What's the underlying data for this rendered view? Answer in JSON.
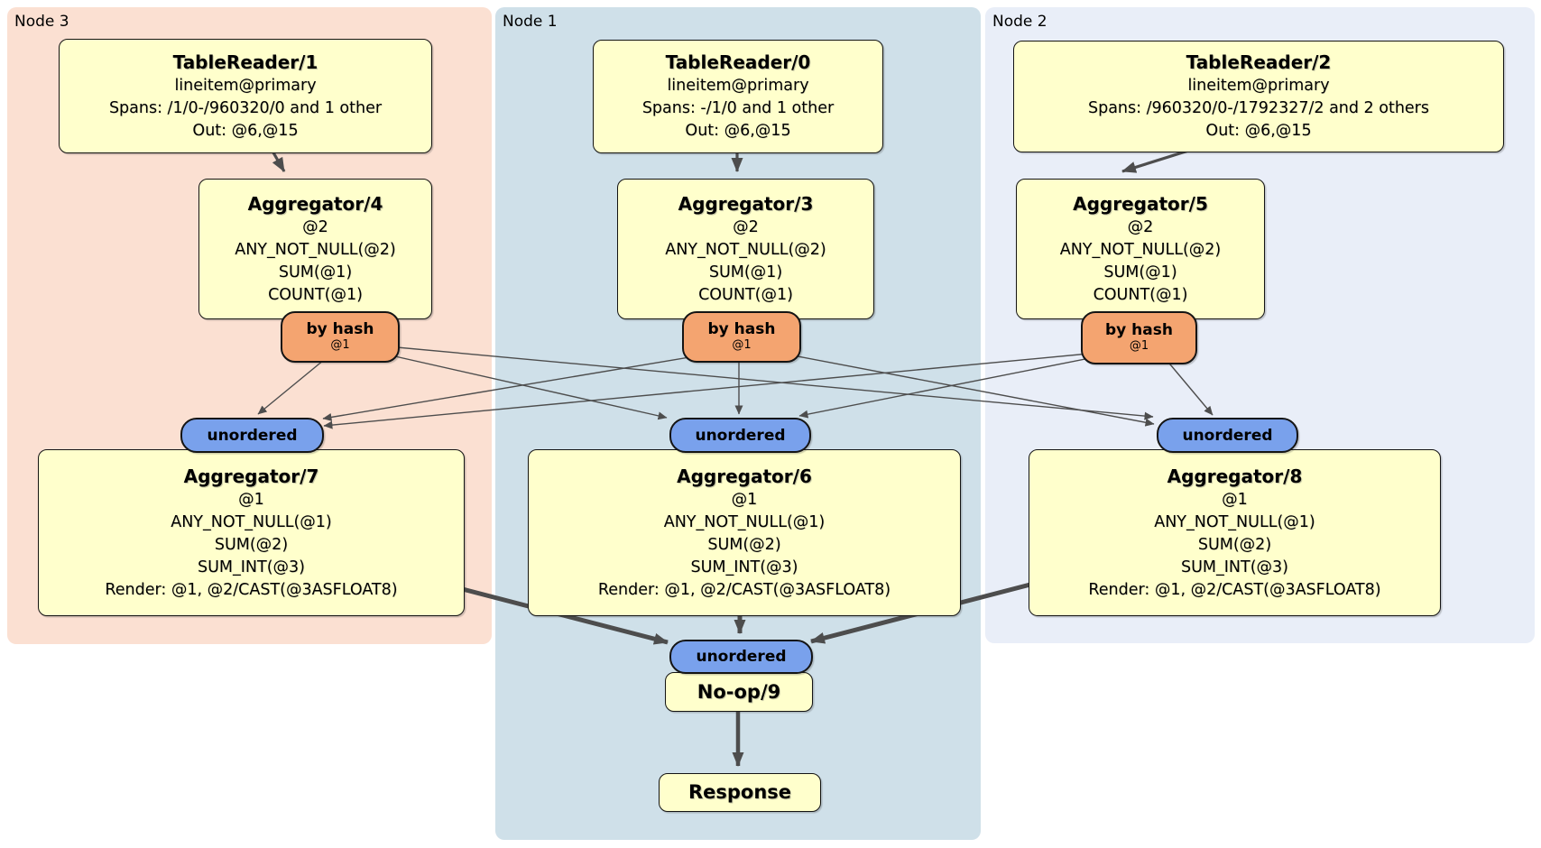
{
  "groups": {
    "node3": {
      "label": "Node 3"
    },
    "node1": {
      "label": "Node 1"
    },
    "node2": {
      "label": "Node 2"
    }
  },
  "boxes": {
    "tr1": {
      "title": "TableReader/1",
      "line1": "lineitem@primary",
      "line2": "Spans: /1/0-/960320/0 and 1 other",
      "line3": "Out: @6,@15"
    },
    "tr0": {
      "title": "TableReader/0",
      "line1": "lineitem@primary",
      "line2": "Spans: -/1/0 and 1 other",
      "line3": "Out: @6,@15"
    },
    "tr2": {
      "title": "TableReader/2",
      "line1": "lineitem@primary",
      "line2": "Spans: /960320/0-/1792327/2 and 2 others",
      "line3": "Out: @6,@15"
    },
    "agg4": {
      "title": "Aggregator/4",
      "line1": "@2",
      "line2": "ANY_NOT_NULL(@2)",
      "line3": "SUM(@1)",
      "line4": "COUNT(@1)"
    },
    "agg3": {
      "title": "Aggregator/3",
      "line1": "@2",
      "line2": "ANY_NOT_NULL(@2)",
      "line3": "SUM(@1)",
      "line4": "COUNT(@1)"
    },
    "agg5": {
      "title": "Aggregator/5",
      "line1": "@2",
      "line2": "ANY_NOT_NULL(@2)",
      "line3": "SUM(@1)",
      "line4": "COUNT(@1)"
    },
    "agg7": {
      "title": "Aggregator/7",
      "line1": "@1",
      "line2": "ANY_NOT_NULL(@1)",
      "line3": "SUM(@2)",
      "line4": "SUM_INT(@3)",
      "line5": "Render: @1, @2/CAST(@3ASFLOAT8)"
    },
    "agg6": {
      "title": "Aggregator/6",
      "line1": "@1",
      "line2": "ANY_NOT_NULL(@1)",
      "line3": "SUM(@2)",
      "line4": "SUM_INT(@3)",
      "line5": "Render: @1, @2/CAST(@3ASFLOAT8)"
    },
    "agg8": {
      "title": "Aggregator/8",
      "line1": "@1",
      "line2": "ANY_NOT_NULL(@1)",
      "line3": "SUM(@2)",
      "line4": "SUM_INT(@3)",
      "line5": "Render: @1, @2/CAST(@3ASFLOAT8)"
    },
    "noop": {
      "title": "No-op/9"
    },
    "response": {
      "title": "Response"
    }
  },
  "routers": {
    "r4": {
      "label": "by hash",
      "detail": "@1"
    },
    "r3": {
      "label": "by hash",
      "detail": "@1"
    },
    "r5": {
      "label": "by hash",
      "detail": "@1"
    }
  },
  "syncs": {
    "s7": {
      "label": "unordered"
    },
    "s6": {
      "label": "unordered"
    },
    "s8": {
      "label": "unordered"
    },
    "s9": {
      "label": "unordered"
    }
  },
  "colors": {
    "node3_bg": "#fbe0d2",
    "node1_bg": "#cfe0e9",
    "node2_bg": "#e9eef8",
    "box_bg": "#ffffcc",
    "router_bg": "#f4a470",
    "sync_bg": "#79a1ec",
    "edge": "#4d4d4d"
  }
}
